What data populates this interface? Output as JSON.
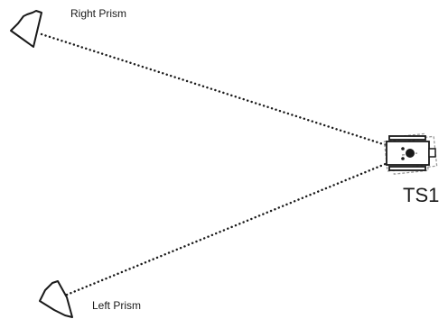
{
  "diagram": {
    "labels": {
      "right_prism": "Right Prism",
      "left_prism": "Left Prism",
      "station": "TS1"
    },
    "nodes": [
      {
        "id": "right-prism",
        "kind": "prism"
      },
      {
        "id": "left-prism",
        "kind": "prism"
      },
      {
        "id": "ts1",
        "kind": "total-station"
      }
    ],
    "edges": [
      {
        "from": "ts1",
        "to": "right-prism",
        "style": "dotted"
      },
      {
        "from": "ts1",
        "to": "left-prism",
        "style": "dotted"
      }
    ],
    "colors": {
      "line": "#1a1a1a",
      "dashed_outline": "#9a9a9a",
      "background": "#ffffff"
    }
  }
}
